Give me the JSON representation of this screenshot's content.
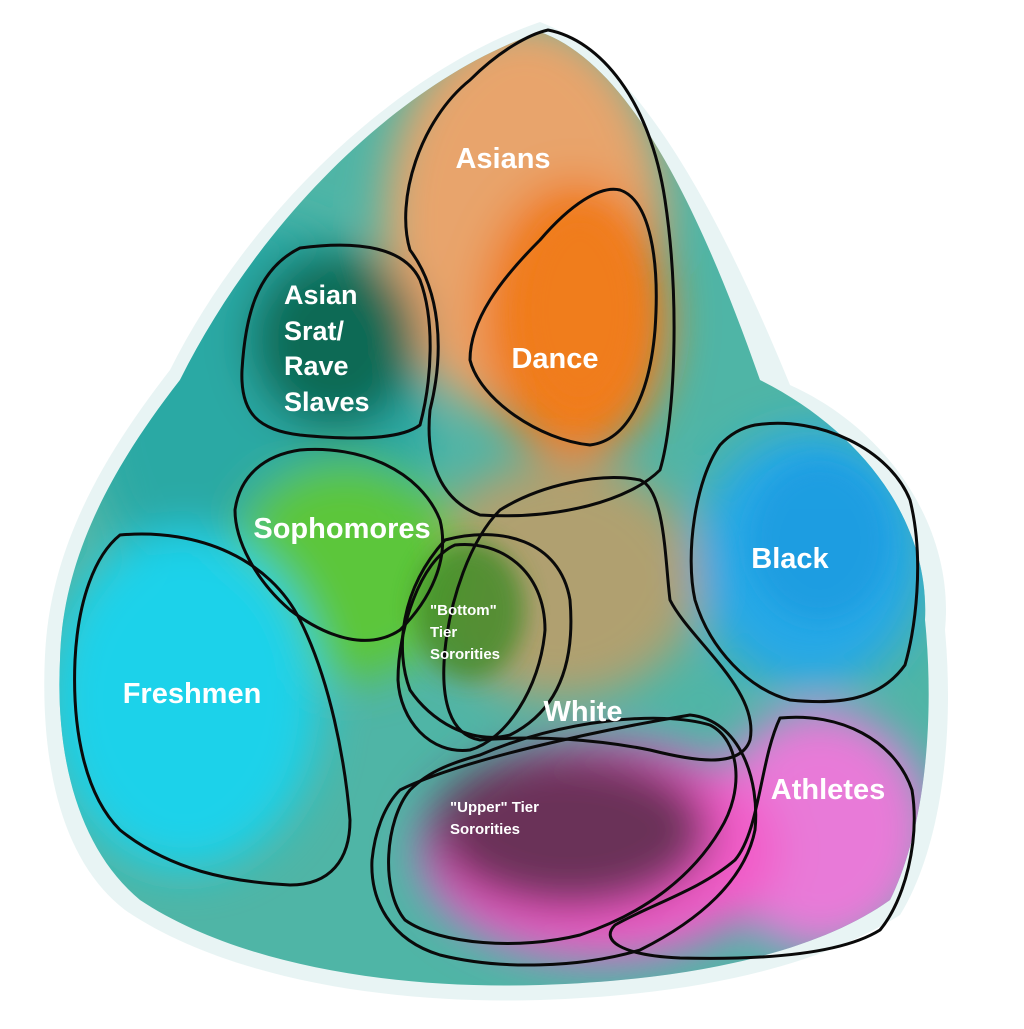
{
  "colors": {
    "asians": "#e8a46c",
    "dance": "#f07d1e",
    "asian_srat": "#0f6b55",
    "teal": "#2aa9a4",
    "sophomores": "#5cc63a",
    "freshmen": "#1ed2ea",
    "black": "#27a8e6",
    "white_mix": "#b0a070",
    "upper_sororities": "#6a3358",
    "athletes": "#e87ad8",
    "pink": "#f25cc8",
    "outline": "#0a0a0a",
    "label": "#ffffff"
  },
  "labels": {
    "asians": "Asians",
    "dance": "Dance",
    "asian_srat_lines": [
      "Asian",
      "Srat/",
      "Rave",
      "Slaves"
    ],
    "sophomores": "Sophomores",
    "freshmen": "Freshmen",
    "bottom_tier_lines": [
      "\"Bottom\"",
      "Tier",
      "Sororities"
    ],
    "white": "White",
    "black": "Black",
    "upper_tier_lines": [
      "\"Upper\" Tier",
      "Sororities"
    ],
    "athletes": "Athletes"
  }
}
